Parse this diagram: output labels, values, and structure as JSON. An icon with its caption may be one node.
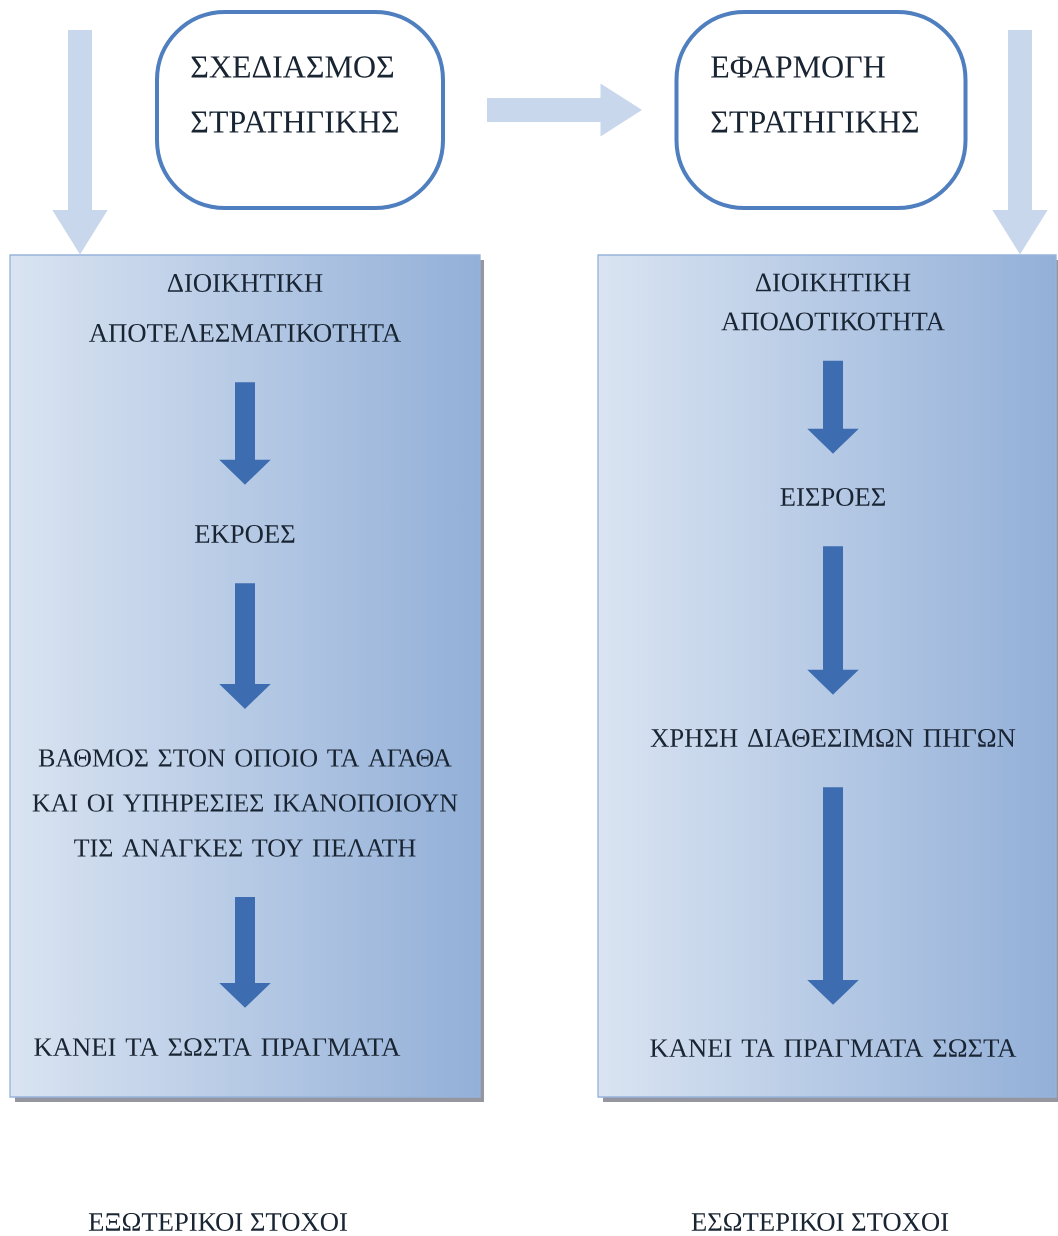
{
  "diagram": {
    "nodes": [
      {
        "text": [
          "ΣΧΕΔΙΑΣΜΟΣ ΣΤΡΑΤΗΓΙΚΗΣ"
        ]
      },
      {
        "text": [
          "ΕΦΑΡΜΟΓΗ ΣΤΡΑΤΗΓΙΚΗΣ"
        ]
      },
      {
        "text": [],
        "shape": "box"
      },
      {
        "text": [
          "ΔΙΟΙΚΗΤΙΚΗ ΑΠΟΤΕΛΕΣΜΑΤΙΚΟΤΗΤΑ"
        ],
        "in": 2
      },
      {
        "text": [
          "ΕΚΡΟΕΣ"
        ],
        "in": 2
      },
      {
        "text": [
          "ΒΑΘΜΟΣ ΣΤΟΝ ΟΠΟΙΟ ΤΑ ΑΓΑΘΑ ΚΑΙ ΟΙ ΥΠΗΡΕΣΙΕΣ ΙΚΑΝΟΠΟΙΟΥΝ ΤΙΣ ΑΝΑΓΚΕΣ ΤΟΥ ΠΕΛΑΤΗ"
        ],
        "in": 2
      },
      {
        "text": [
          "ΚΑΝΕΙ ΤΑ ΣΩΣΤΑ ΠΡΑΓΜΑΤΑ"
        ],
        "in": 2
      },
      {
        "text": [],
        "shape": "box"
      },
      {
        "text": [
          "ΔΙΟΙΚΗΤΙΚΗ ΑΠΟΔΟΤΙΚΟΤΗΤΑ"
        ],
        "in": 7
      },
      {
        "text": [
          "ΕΙΣΡΟΕΣ"
        ],
        "in": 7
      },
      {
        "text": [
          "ΧΡΗΣΗ ΔΙΑΘΕΣΙΜΩΝ ΠΗΓΩΝ"
        ],
        "in": 7
      },
      {
        "text": [
          "ΚΑΝΕΙ ΤΑ ΠΡΑΓΜΑΤΑ ΣΩΣΤΑ"
        ],
        "in": 7
      }
    ],
    "edges": [
      {
        "from": 0,
        "to": 1,
        "arrow": "to",
        "color": "#c9d7ec"
      },
      {
        "from": null,
        "to": 2,
        "arrow": "to",
        "color": "#c9d7ec"
      },
      {
        "from": null,
        "to": 7,
        "arrow": "to",
        "color": "#c9d7ec"
      },
      {
        "from": 3,
        "to": 4,
        "arrow": "to"
      },
      {
        "from": 4,
        "to": 5,
        "arrow": "to"
      },
      {
        "from": 5,
        "to": 6,
        "arrow": "to"
      },
      {
        "from": 8,
        "to": 9,
        "arrow": "to"
      },
      {
        "from": 9,
        "to": 10,
        "arrow": "to"
      },
      {
        "from": 10,
        "to": 11,
        "arrow": "to"
      }
    ],
    "labels": [
      "ΕΞΩΤΕΡΙΚΟΙ ΣΤΟΧΟΙ",
      "ΕΣΩΤΕΡΙΚΟΙ ΣΤΟΧΟΙ"
    ]
  }
}
